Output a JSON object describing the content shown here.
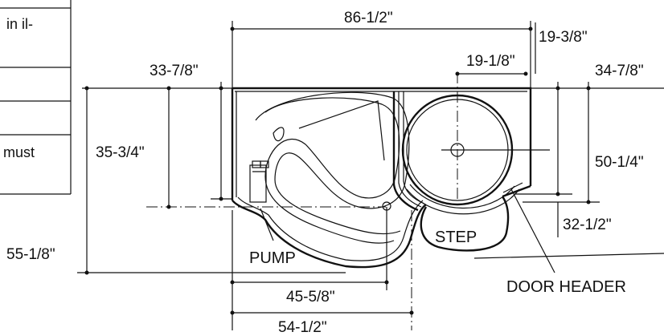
{
  "side_table": {
    "rows": [
      {
        "text": ""
      },
      {
        "text": "in il-"
      },
      {
        "text": ""
      },
      {
        "text": ""
      },
      {
        "text": "must"
      }
    ]
  },
  "dimensions": {
    "overall_width": "86-1/2\"",
    "right_offset": "19-3/8\"",
    "seat_center_offset": "19-1/8\"",
    "left_depth": "33-7/8\"",
    "right_depth": "34-7/8\"",
    "drain_depth": "35-3/4\"",
    "seat_depth": "50-1/4\"",
    "overall_depth": "55-1/8\"",
    "step_depth": "32-1/2\"",
    "drain_width": "45-5/8\"",
    "step_width": "54-1/2\""
  },
  "labels": {
    "pump": "PUMP",
    "step": "STEP",
    "door_header": "DOOR HEADER"
  }
}
